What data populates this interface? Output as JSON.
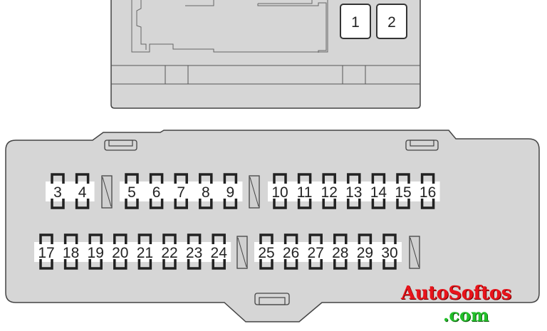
{
  "diagram": {
    "title": "Fuse box layout",
    "upper_block": {
      "fuses": [
        {
          "label": "1"
        },
        {
          "label": "2"
        }
      ]
    },
    "lower_block": {
      "rows": [
        {
          "groups": [
            [
              "3",
              "4"
            ],
            [
              "5",
              "6",
              "7",
              "8",
              "9"
            ],
            [
              "10",
              "11",
              "12",
              "13",
              "14",
              "15",
              "16"
            ]
          ]
        },
        {
          "groups": [
            [
              "17",
              "18",
              "19",
              "20",
              "21",
              "22",
              "23",
              "24"
            ],
            [
              "25",
              "26",
              "27",
              "28",
              "29",
              "30"
            ]
          ]
        }
      ]
    },
    "colors": {
      "housing": "#d6d6d6",
      "outline": "#444444",
      "label_bg": "#ffffff"
    }
  },
  "watermark": {
    "line1": "AutoSoftos",
    "line2": ".com"
  }
}
